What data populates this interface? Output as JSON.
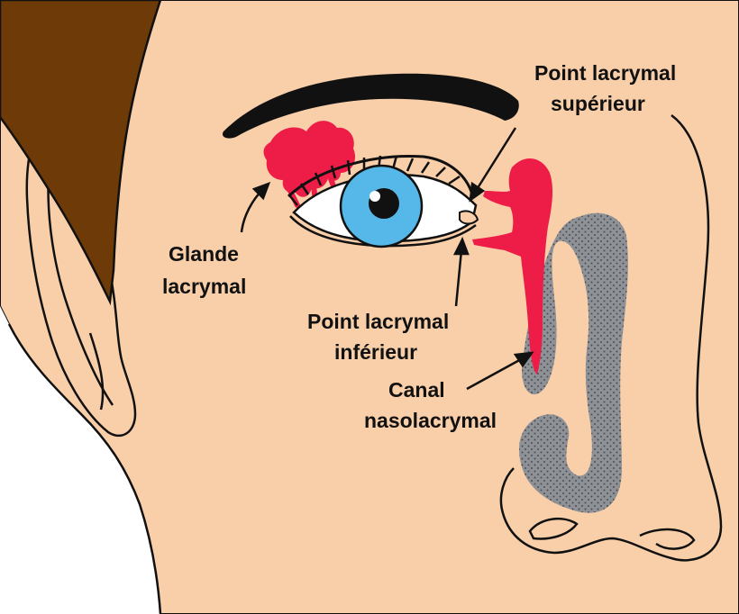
{
  "labels": {
    "glande_line1": "Glande",
    "glande_line2": "lacrymal",
    "point_sup_line1": "Point lacrymal",
    "point_sup_line2": "supérieur",
    "point_inf_line1": "Point lacrymal",
    "point_inf_line2": "inférieur",
    "canal_line1": "Canal",
    "canal_line2": "nasolacrymal"
  },
  "colors": {
    "skin": "#F9CFAA",
    "hair": "#6E3A07",
    "gland": "#EE1D48",
    "nasal_passage": "#8E9196",
    "iris": "#55B8E8",
    "outline": "#111111"
  }
}
